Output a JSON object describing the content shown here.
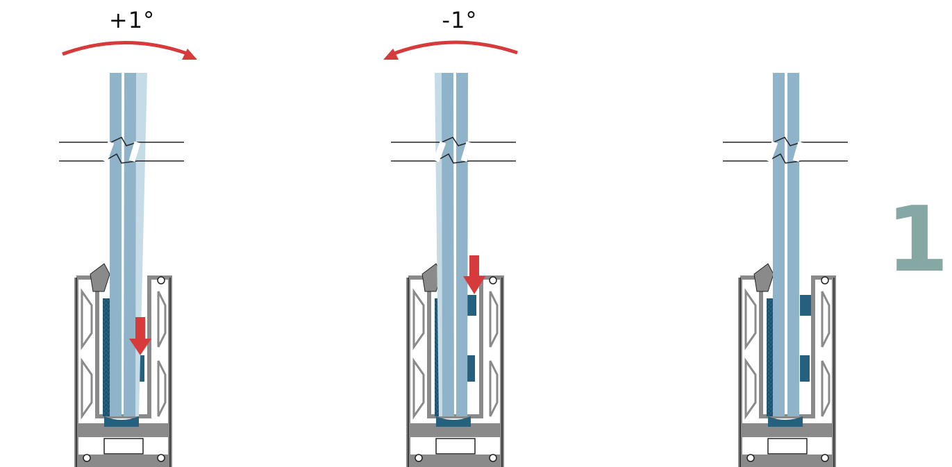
{
  "labels": {
    "tilt_positive": "+1°",
    "tilt_negative": "-1°",
    "step_number": "1."
  },
  "colors": {
    "glass": "#8fb3c8",
    "glass_light": "#c5dbe6",
    "profile": "#8a8a8a",
    "gasket": "#25607f",
    "arrow": "#d63a3a",
    "step_number": "#85a8a4"
  },
  "panels": [
    {
      "id": "tilt-positive",
      "tilt_deg": 1
    },
    {
      "id": "tilt-negative",
      "tilt_deg": -1
    },
    {
      "id": "tilt-neutral",
      "tilt_deg": 0
    }
  ]
}
